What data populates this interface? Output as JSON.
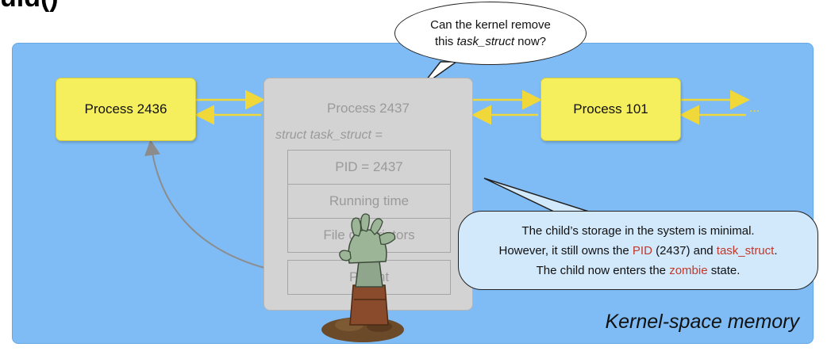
{
  "title_fragment": "uid()",
  "kernel_label": "Kernel-space memory",
  "processes": {
    "left": "Process 2436",
    "middle": "Process 2437",
    "right": "Process 101",
    "right_ellipsis": "..."
  },
  "task_struct": {
    "header": "struct task_struct =",
    "fields": [
      "PID = 2437",
      "Running time",
      "File descriptors",
      "Parent"
    ]
  },
  "bubble_top": {
    "line1": "Can the kernel remove",
    "line2_italic": "task_struct",
    "line2_prefix": "this ",
    "line2_suffix": " now?"
  },
  "callout": {
    "line1": "The child’s storage in the system is minimal.",
    "line2_prefix": "However, it still owns the ",
    "line2_pid": "PID",
    "line2_mid": " (2437) and ",
    "line2_ts": "task_struct",
    "line2_suffix": ".",
    "line3_prefix": "The child now enters the ",
    "line3_zombie": "zombie",
    "line3_suffix": " state."
  },
  "colors": {
    "kernel_bg": "#7fbcf5",
    "process_fill": "#f6ef5d",
    "ghost_fill": "#d3d3d3",
    "highlight": "#c0392b",
    "arrow": "#f0d83a"
  },
  "icons": [
    "zombie-hand-icon"
  ]
}
